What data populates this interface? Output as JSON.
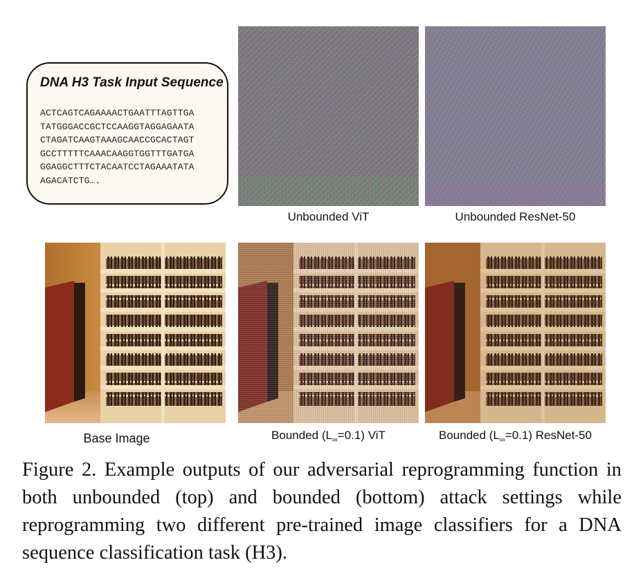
{
  "dna_box": {
    "title": "DNA H3 Task Input Sequence",
    "sequence_lines": [
      "ACTCAGTCAGAAAACTGAATTTAGTTGA",
      "TATGGGACCGCTCCAAGGTAGGAGAATA",
      "CTAGATCAAGTAAAGCAACCGCACTAGT",
      "GCCTTTTTCAAACAAGGTGGTTTGATGA",
      "GGAGGCTTTCTACAATCCTAGAAATATA",
      "AGACATCTG…."
    ]
  },
  "panels": {
    "unbounded_vit": {
      "label": "Unbounded ViT"
    },
    "unbounded_resnet": {
      "label": "Unbounded ResNet-50"
    },
    "base_image": {
      "label": "Base Image"
    },
    "bounded_vit": {
      "label_prefix": "Bounded (L",
      "label_sub": "∞",
      "label_suffix": "=0.1)  ViT"
    },
    "bounded_resnet": {
      "label_prefix": "Bounded (L",
      "label_sub": "∞",
      "label_suffix": "=0.1)  ResNet-50"
    }
  },
  "caption": {
    "text": "Figure 2. Example outputs of our adversarial reprogramming function in both unbounded (top) and bounded (bottom) attack settings while reprogramming two different pre-trained image classifiers for a DNA sequence classification task (H3)."
  }
}
